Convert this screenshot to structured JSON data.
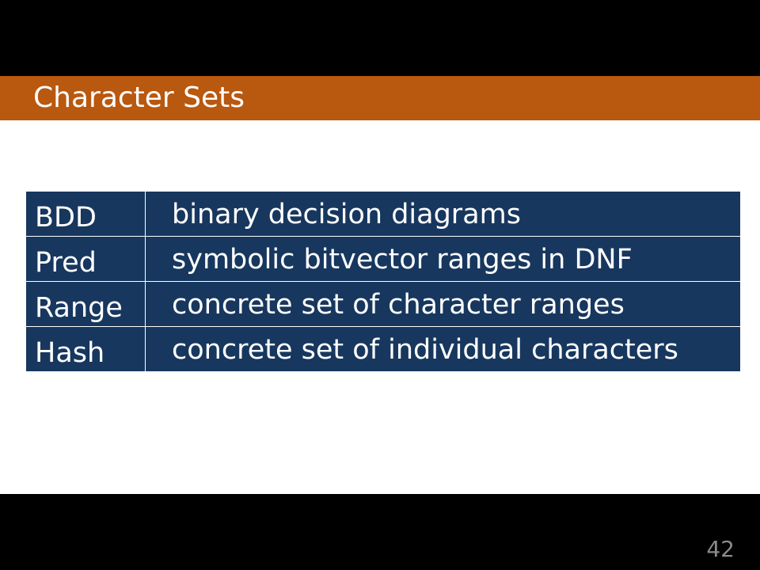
{
  "slide": {
    "title": "Character Sets",
    "page_number": "42"
  },
  "table": {
    "rows": [
      {
        "key": "BDD",
        "description": "binary decision diagrams"
      },
      {
        "key": "Pred",
        "description": "symbolic bitvector ranges in DNF"
      },
      {
        "key": "Range",
        "description": "concrete set of character ranges"
      },
      {
        "key": "Hash",
        "description": "concrete set of individual characters"
      }
    ]
  },
  "colors": {
    "title_bar": "#B9580F",
    "table_fill": "#17375E",
    "background": "#000000",
    "content": "#FFFFFF"
  }
}
